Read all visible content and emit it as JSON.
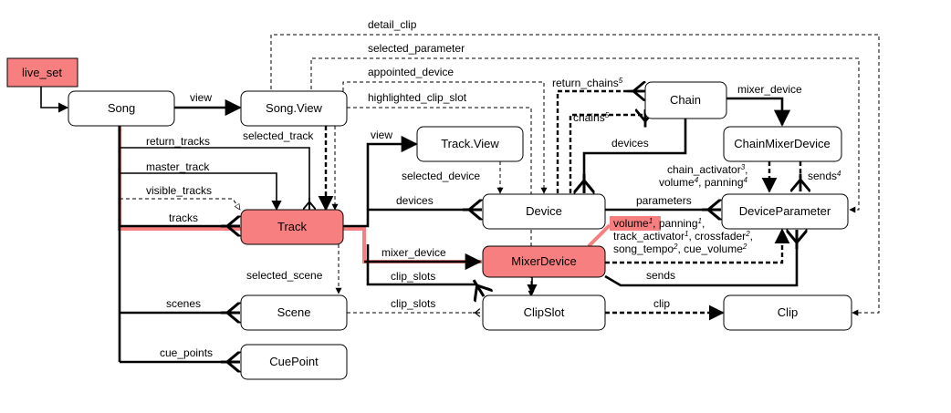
{
  "nodes": {
    "live_set": "live_set",
    "song": "Song",
    "song_view": "Song.View",
    "track": "Track",
    "track_view": "Track.View",
    "device": "Device",
    "mixer_device": "MixerDevice",
    "chain": "Chain",
    "chain_mixer_device": "ChainMixerDevice",
    "device_parameter": "DeviceParameter",
    "scene": "Scene",
    "clip_slot": "ClipSlot",
    "clip": "Clip",
    "cue_point": "CuePoint"
  },
  "edges": {
    "view": "view",
    "detail_clip": "detail_clip",
    "selected_parameter": "selected_parameter",
    "appointed_device": "appointed_device",
    "highlighted_clip_slot": "highlighted_clip_slot",
    "selected_track": "selected_track",
    "return_tracks": "return_tracks",
    "master_track": "master_track",
    "visible_tracks": "visible_tracks",
    "tracks": "tracks",
    "track_view": "view",
    "selected_device": "selected_device",
    "devices": "devices",
    "chain_devices": "devices",
    "mixer_device": "mixer_device",
    "chain_mixer_device": "mixer_device",
    "clip_slots": "clip_slots",
    "scene_clip_slots": "clip_slots",
    "selected_scene": "selected_scene",
    "scenes": "scenes",
    "cue_points": "cue_points",
    "clip": "clip",
    "parameters": "parameters",
    "sends": "sends",
    "chain_sends": "sends",
    "return_chains": "return_chains",
    "chains": "chains",
    "chain_activator": "chain_activator",
    "chain_volume": "volume",
    "chain_panning": "panning",
    "mixer_volume": "volume",
    "mixer_panning": "panning",
    "track_activator": "track_activator",
    "crossfader": "crossfader",
    "song_tempo": "song_tempo",
    "cue_volume": "cue_volume"
  },
  "footnotes": {
    "return_chains": "5",
    "chains": "5",
    "chain_activator": "3",
    "chain_volume": "4",
    "chain_panning": "4",
    "chain_sends": "4",
    "mixer_volume": "1",
    "mixer_panning": "1",
    "track_activator": "1",
    "crossfader": "2",
    "song_tempo": "2",
    "cue_volume": "2"
  },
  "colors": {
    "highlight": "#f87f80",
    "line": "#000000",
    "background": "#ffffff"
  }
}
